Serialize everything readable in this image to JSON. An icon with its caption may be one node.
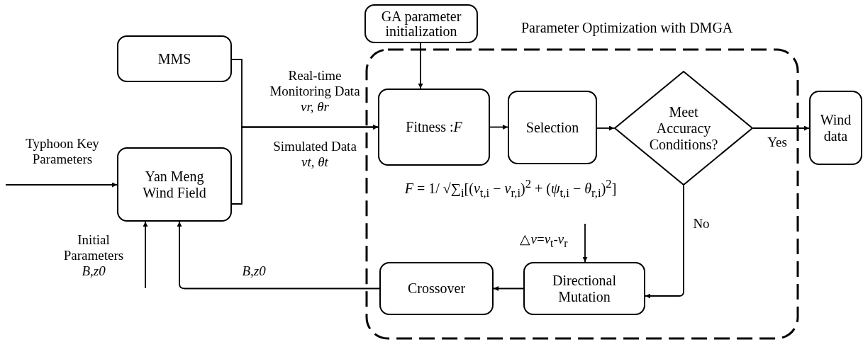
{
  "diagram": {
    "nodes": [
      {
        "text": [
          "GA parameter initialization"
        ]
      },
      {
        "text": [
          "Parameter Optimization with DMGA"
        ]
      },
      {
        "text": [
          "MMS"
        ]
      },
      {
        "text": [
          "Yan Meng Wind Field"
        ]
      },
      {
        "text": [
          "Fitness :*F*"
        ],
        "in": 1
      },
      {
        "text": [
          "Selection"
        ],
        "in": 1
      },
      {
        "text": [
          "Meet Accuracy Conditions?"
        ],
        "in": 1
      },
      {
        "text": [
          "Directional Mutation"
        ],
        "in": 1
      },
      {
        "text": [
          "Crossover"
        ],
        "in": 1
      },
      {
        "text": [
          "Wind data"
        ]
      }
    ],
    "edges": [
      {
        "from": null,
        "to": 3,
        "arrow": "to",
        "label": "Typhoon Key Parameters"
      },
      {
        "from": 2,
        "to": 4,
        "arrow": "to",
        "label": "Real-time Monitoring Data *vr, θr*"
      },
      {
        "from": 3,
        "to": 4,
        "arrow": "to",
        "label": "Simulated Data *vt, θt*"
      },
      {
        "from": null,
        "to": 3,
        "arrow": "to",
        "label": "Initial Parameters *B,z0*"
      },
      {
        "from": 0,
        "to": 4,
        "arrow": "to"
      },
      {
        "from": 4,
        "to": 5,
        "arrow": "to"
      },
      {
        "from": 5,
        "to": 6,
        "arrow": "to"
      },
      {
        "from": 6,
        "to": 9,
        "arrow": "to",
        "label": "Yes"
      },
      {
        "from": 6,
        "to": 7,
        "arrow": "to",
        "label": "No"
      },
      {
        "from": null,
        "to": 7,
        "arrow": "to",
        "label": "△*v*=*v*$_{t}$-*v*$_{r}$"
      },
      {
        "from": 7,
        "to": 8,
        "arrow": "to"
      },
      {
        "from": 8,
        "to": 3,
        "arrow": "to",
        "label": "*B,z0*"
      }
    ],
    "labels": [
      "*F* = 1/ √∑$_{i}$[(*v*$_{t,i}$ − *v*$_{r,i}$)$^{2}$ + (*ψ*$_{t,i}$ − *θ*$_{r,i}$)$^{2}$]"
    ]
  }
}
